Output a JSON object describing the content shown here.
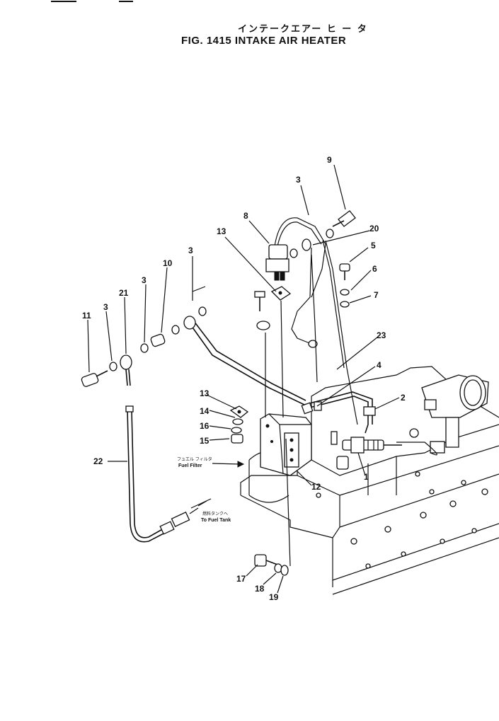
{
  "header": {
    "title_jp": "インテークエアー ヒ ー タ",
    "title": "FIG. 1415  INTAKE AIR HEATER"
  },
  "notes": {
    "fuel_filter_jp": "フュエル フィルタ",
    "fuel_filter": "Fuel Filter",
    "to_fuel_tank_jp": "燃料タンクへ",
    "to_fuel_tank": "To Fuel Tank"
  },
  "callouts": [
    {
      "id": "c9",
      "label": "9"
    },
    {
      "id": "c3a",
      "label": "3"
    },
    {
      "id": "c8",
      "label": "8"
    },
    {
      "id": "c20",
      "label": "20"
    },
    {
      "id": "c13a",
      "label": "13"
    },
    {
      "id": "c5",
      "label": "5"
    },
    {
      "id": "c3b",
      "label": "3"
    },
    {
      "id": "c6",
      "label": "6"
    },
    {
      "id": "c10",
      "label": "10"
    },
    {
      "id": "c7",
      "label": "7"
    },
    {
      "id": "c21",
      "label": "21"
    },
    {
      "id": "c3c",
      "label": "3"
    },
    {
      "id": "c11",
      "label": "11"
    },
    {
      "id": "c3d",
      "label": "3"
    },
    {
      "id": "c23",
      "label": "23"
    },
    {
      "id": "c4",
      "label": "4"
    },
    {
      "id": "c13b",
      "label": "13"
    },
    {
      "id": "c2",
      "label": "2"
    },
    {
      "id": "c14",
      "label": "14"
    },
    {
      "id": "c16",
      "label": "16"
    },
    {
      "id": "c15",
      "label": "15"
    },
    {
      "id": "c22",
      "label": "22"
    },
    {
      "id": "c12",
      "label": "12"
    },
    {
      "id": "c1",
      "label": "1"
    },
    {
      "id": "c17",
      "label": "17"
    },
    {
      "id": "c18",
      "label": "18"
    },
    {
      "id": "c19",
      "label": "19"
    }
  ]
}
